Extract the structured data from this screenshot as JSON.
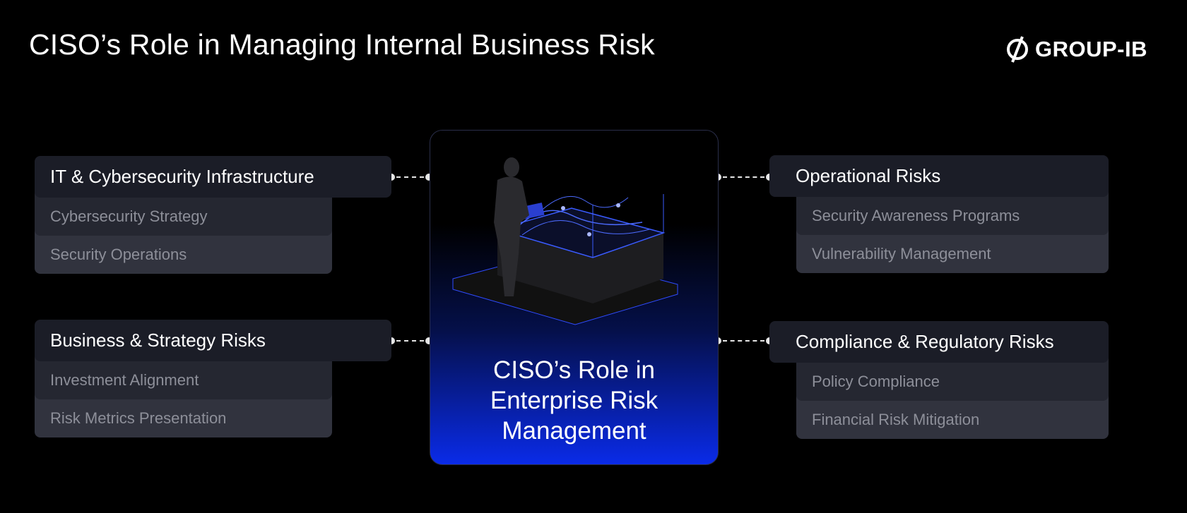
{
  "title": "CISO’s Role in Managing Internal Business Risk",
  "brand": {
    "name": "GROUP-IB",
    "icon": "group-ib-logo-icon"
  },
  "center": {
    "title_lines": [
      "CISO’s Role in",
      "Enterprise Risk",
      "Management"
    ],
    "accent": "#0a2be8"
  },
  "groups": [
    {
      "header": "IT & Cybersecurity Infrastructure",
      "items": [
        "Cybersecurity Strategy",
        "Security Operations"
      ]
    },
    {
      "header": "Business & Strategy Risks",
      "items": [
        "Investment Alignment",
        "Risk Metrics Presentation"
      ]
    },
    {
      "header": "Operational Risks",
      "items": [
        "Security Awareness Programs",
        "Vulnerability Management"
      ]
    },
    {
      "header": "Compliance & Regulatory Risks",
      "items": [
        "Policy Compliance",
        "Financial Risk Mitigation"
      ]
    }
  ]
}
